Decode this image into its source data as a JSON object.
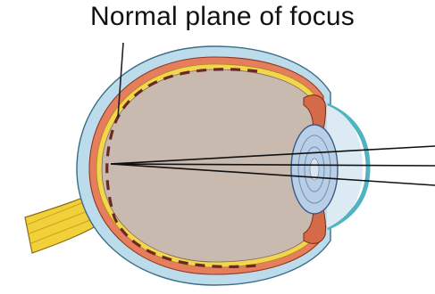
{
  "diagram": {
    "label": "Normal plane of focus",
    "parts": [
      "sclera",
      "choroid",
      "retina",
      "vitreous-body",
      "optic-nerve",
      "lens",
      "cornea",
      "iris",
      "ciliary-body",
      "focal-plane",
      "light-rays"
    ]
  },
  "colors": {
    "sclera": "#b8dbea",
    "choroid": "#e47d5e",
    "retina": "#f2d44a",
    "vitreous": "#c9b9ae",
    "optic_nerve": "#f0d23c",
    "lens": "#b9cfe6",
    "cornea": "#52b6c2",
    "iris": "#d0694a",
    "focal_plane": "#6a2a24",
    "rays": "#111111",
    "caption": "#111111"
  }
}
